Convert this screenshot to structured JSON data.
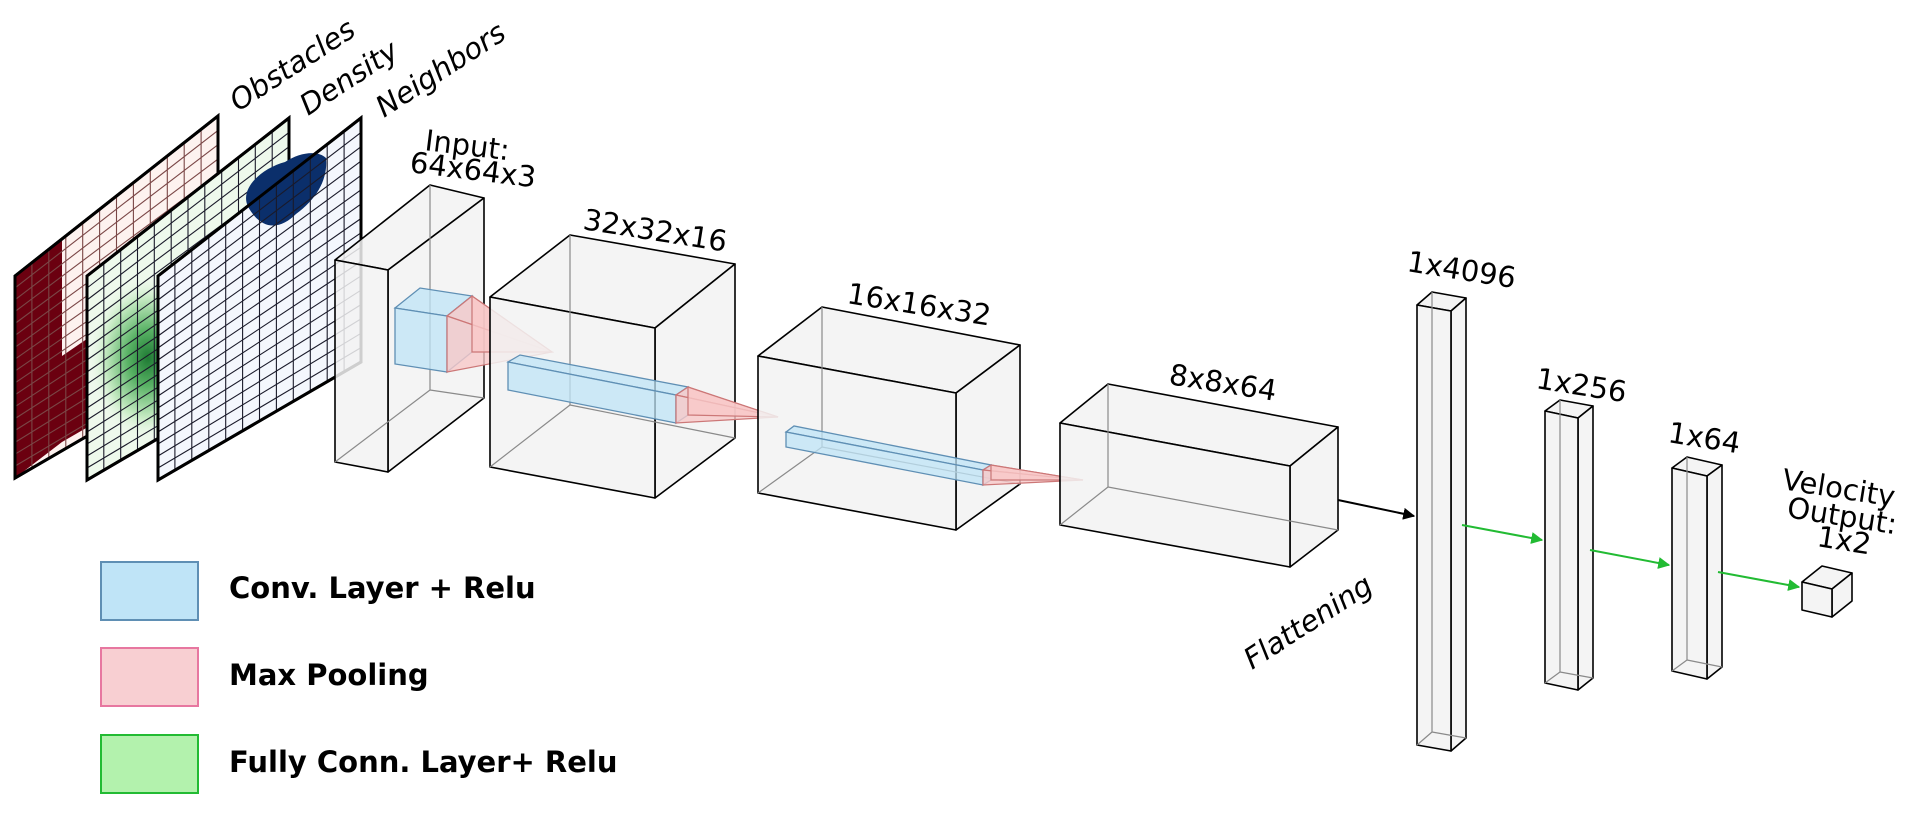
{
  "input_maps": {
    "obstacles": "Obstacles",
    "density": "Density",
    "neighbors": "Neighbors"
  },
  "layers": {
    "input_title": "Input:",
    "input_size": "64x64x3",
    "conv1": "32x32x16",
    "conv2": "16x16x32",
    "conv3": "8x8x64",
    "fc1": "1x4096",
    "fc2": "1x256",
    "fc3": "1x64",
    "output_line1": "Velocity",
    "output_line2": "Output:",
    "output_line3": "1x2"
  },
  "flatten_label": "Flattening",
  "legend": {
    "conv": "Conv. Layer + Relu",
    "pool": "Max Pooling",
    "fc": "Fully Conn. Layer+ Relu"
  },
  "colors": {
    "conv": "#bfe4f7",
    "pool": "#f8c8c8",
    "fc": "#b3f2ad",
    "arrow_fc": "#22bb33",
    "obstacles": "#6b0010",
    "density": "#2a8a3e",
    "neighbors": "#0b2f6b"
  }
}
